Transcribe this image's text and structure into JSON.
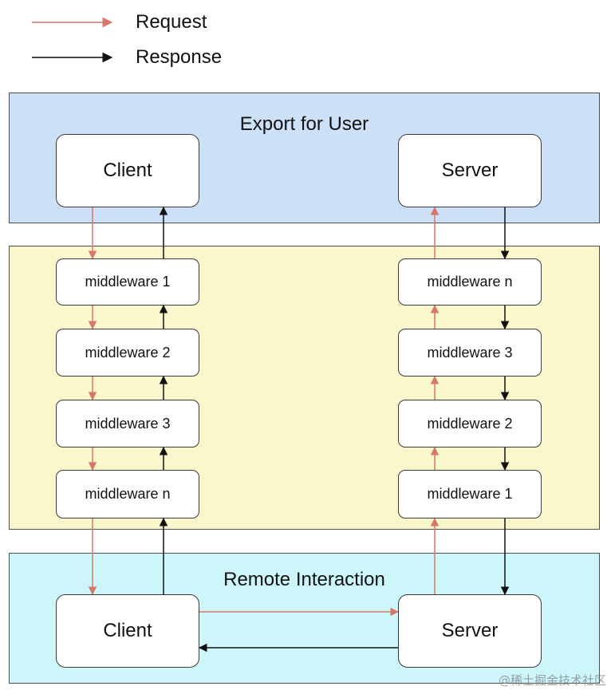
{
  "legend": {
    "request_label": "Request",
    "response_label": "Response",
    "request_color": "#d9766c",
    "response_color": "#111111"
  },
  "regions": {
    "export": {
      "title": "Export for User",
      "fill": "#cce0f7"
    },
    "middleware": {
      "fill": "#f9f7cb"
    },
    "remote": {
      "title": "Remote Interaction",
      "fill": "#cdf6fb"
    }
  },
  "export_nodes": {
    "client": "Client",
    "server": "Server"
  },
  "remote_nodes": {
    "client": "Client",
    "server": "Server"
  },
  "client_middleware": [
    "middleware 1",
    "middleware 2",
    "middleware 3",
    "middleware n"
  ],
  "server_middleware": [
    "middleware n",
    "middleware 3",
    "middleware 2",
    "middleware 1"
  ],
  "watermark": "@稀土掘金技术社区"
}
